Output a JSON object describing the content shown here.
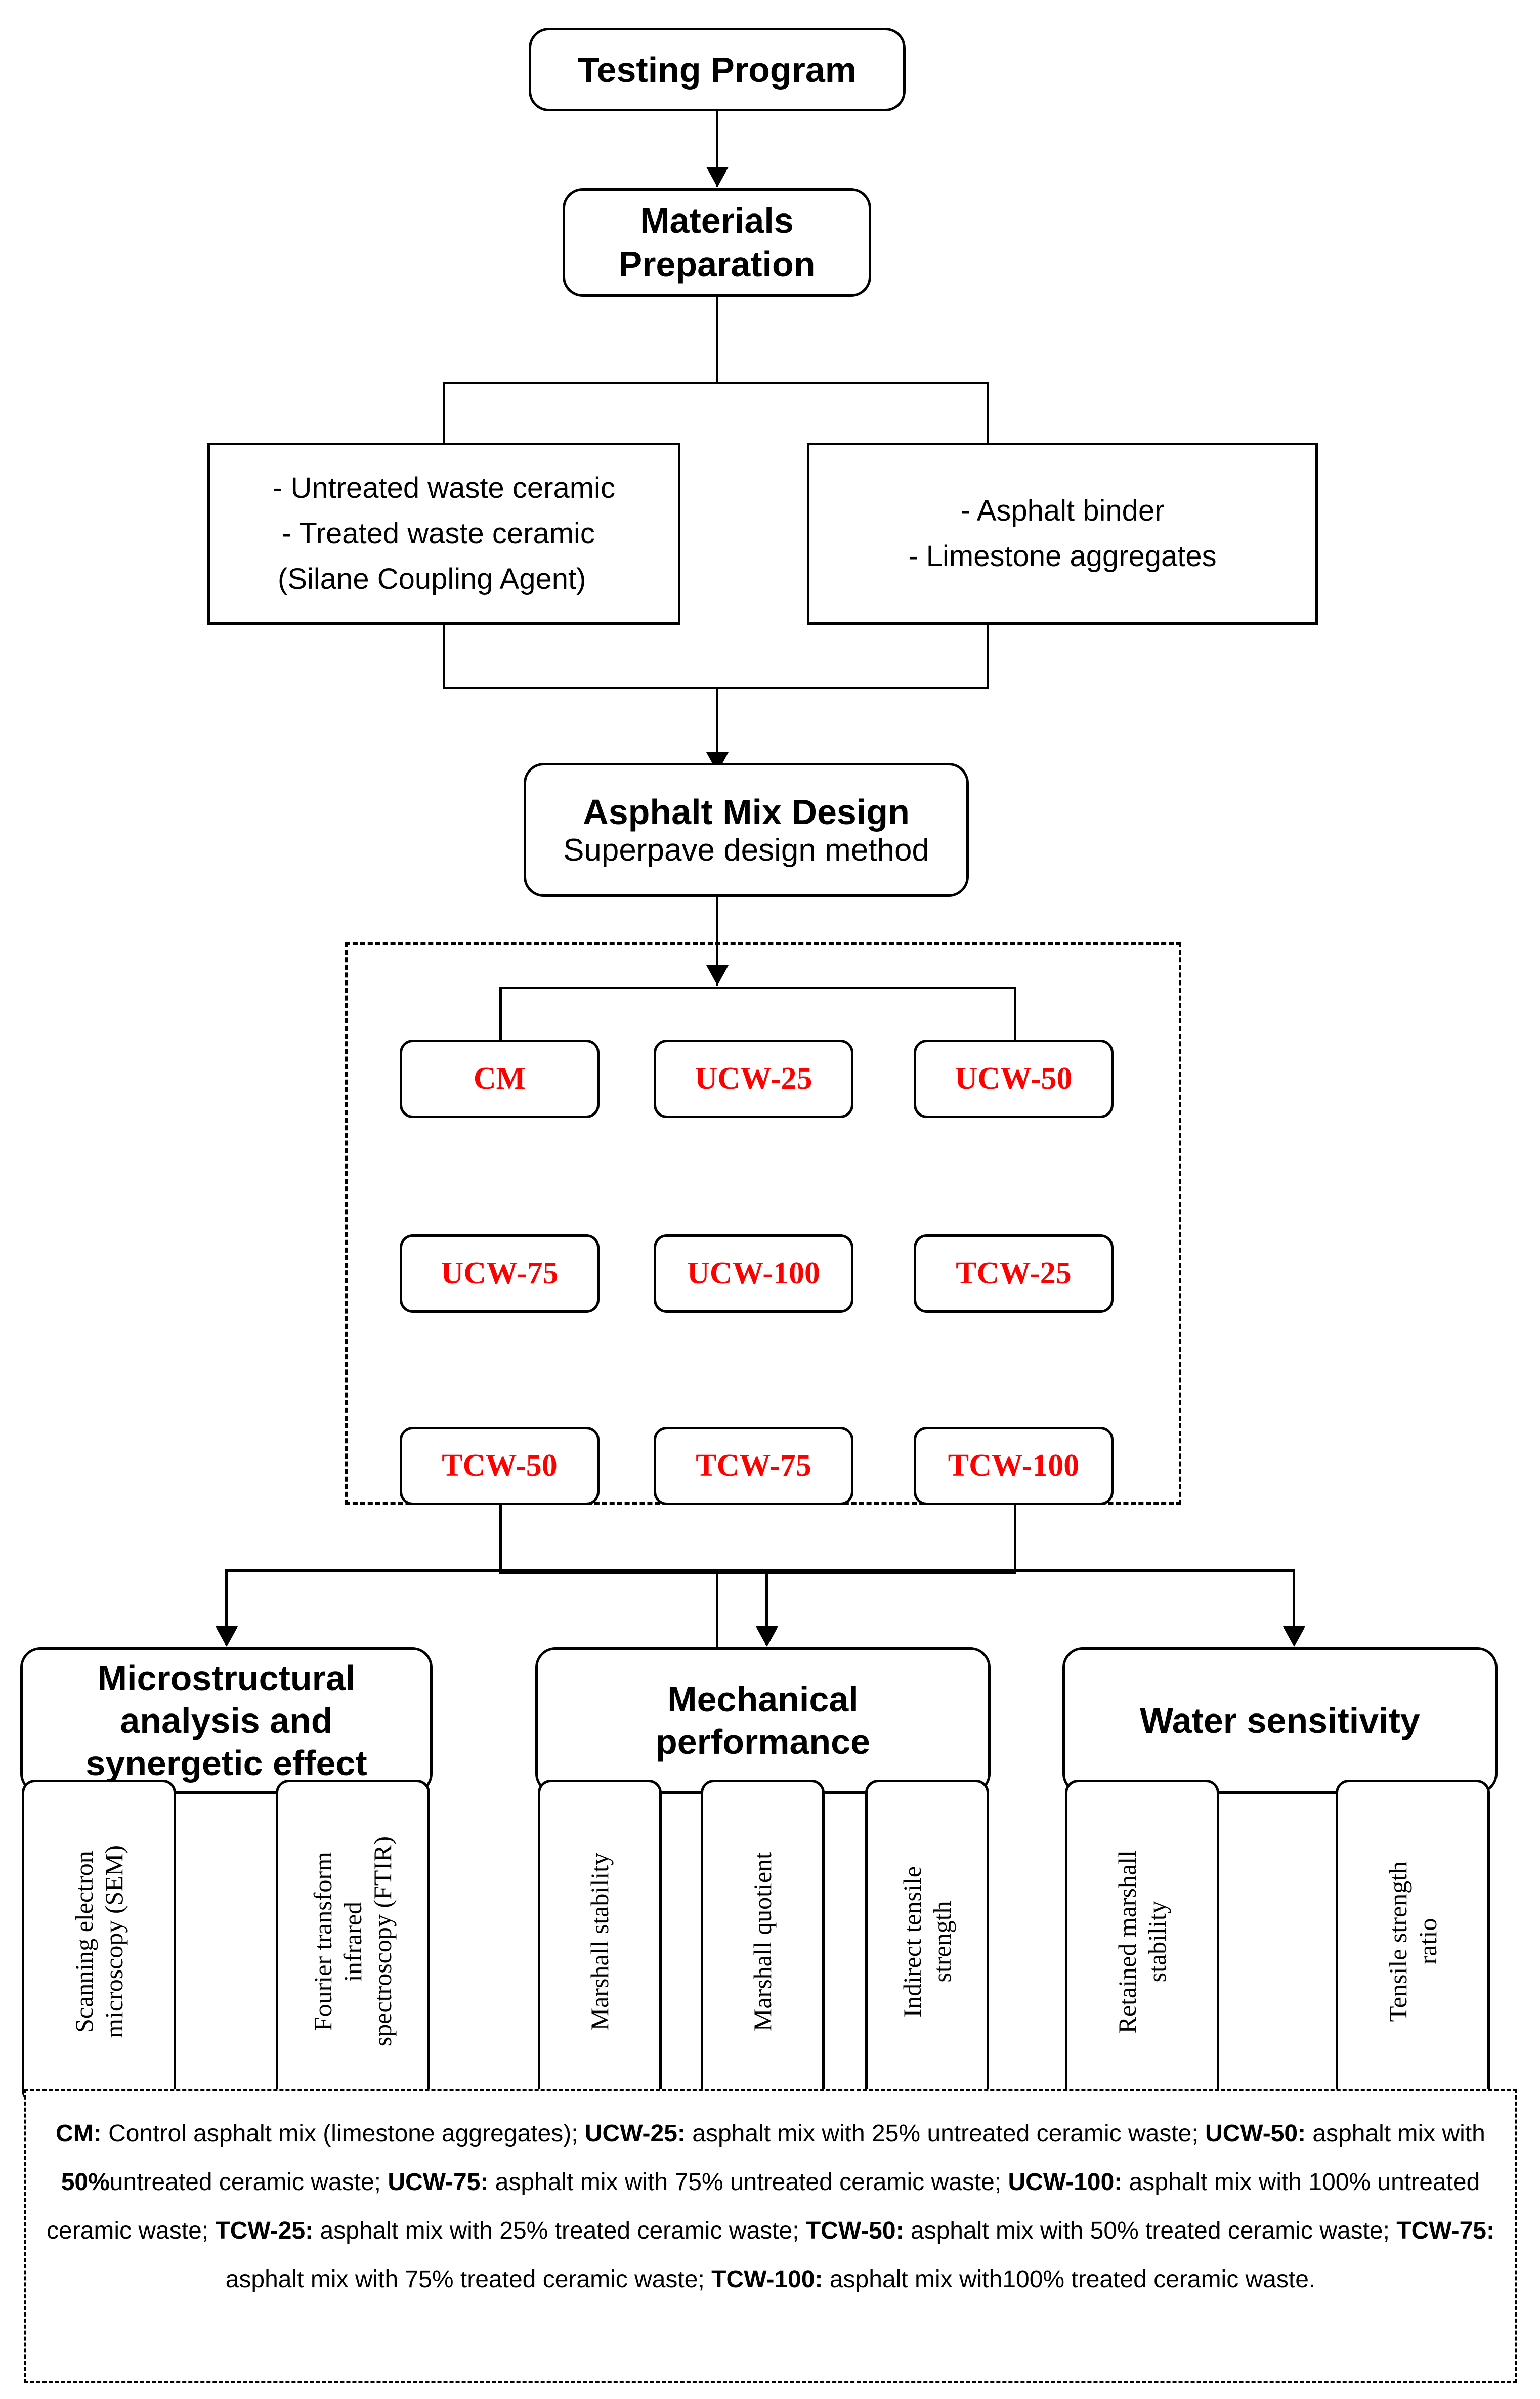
{
  "colors": {
    "accent_red": "#ff0000",
    "line": "#000000",
    "background": "#ffffff"
  },
  "flow": {
    "title_box": {
      "label": "Testing Program"
    },
    "materials_prep": {
      "label": "Materials\nPreparation"
    },
    "material_left": {
      "line1": "- Untreated waste ceramic",
      "line2": "- Treated waste ceramic",
      "line3": "(Silane Coupling Agent)"
    },
    "material_right": {
      "line1": "- Asphalt binder",
      "line2": "- Limestone aggregates"
    },
    "mix_design": {
      "title": "Asphalt Mix Design",
      "subtitle": "Superpave design method"
    }
  },
  "mixes": [
    {
      "id": "CM",
      "label": "CM"
    },
    {
      "id": "UCW-25",
      "label": "UCW-25"
    },
    {
      "id": "UCW-50",
      "label": "UCW-50"
    },
    {
      "id": "UCW-75",
      "label": "UCW-75"
    },
    {
      "id": "UCW-100",
      "label": "UCW-100"
    },
    {
      "id": "TCW-25",
      "label": "TCW-25"
    },
    {
      "id": "TCW-50",
      "label": "TCW-50"
    },
    {
      "id": "TCW-75",
      "label": "TCW-75"
    },
    {
      "id": "TCW-100",
      "label": "TCW-100"
    }
  ],
  "branches": [
    {
      "title": "Microstructural\nanalysis and\nsynergetic effect",
      "tests": [
        "Scanning electron\nmicroscopy (SEM)",
        "Fourier transform\ninfrared\nspectroscopy (FTIR)"
      ]
    },
    {
      "title": "Mechanical\nperformance",
      "tests": [
        "Marshall stability",
        "Marshall quotient",
        "Indirect tensile\nstrength"
      ]
    },
    {
      "title": "Water sensitivity",
      "tests": [
        "Retained marshall\nstability",
        "Tensile strength\nratio"
      ]
    }
  ],
  "legend": {
    "full_text": "CM: Control asphalt mix (limestone aggregates); UCW-25: asphalt mix with 25% untreated ceramic waste; UCW-50: asphalt mix with 50% untreated ceramic waste; UCW-75: asphalt mix with 75% untreated ceramic waste; UCW-100: asphalt mix with 100% untreated ceramic waste; TCW-25: asphalt mix with 25% treated ceramic waste; TCW-50: asphalt mix with 50% treated ceramic waste; TCW-75: asphalt mix with 75% treated ceramic waste; TCW-100: asphalt mix with100% treated ceramic waste.",
    "entries": [
      {
        "term": "CM:",
        "definition": " Control asphalt mix (limestone aggregates); "
      },
      {
        "term": "UCW-25:",
        "definition": " asphalt mix with 25% untreated ceramic waste; "
      },
      {
        "term": "UCW-50:",
        "definition": " asphalt mix with "
      },
      {
        "term": "50%",
        "definition": "untreated ceramic waste; "
      },
      {
        "term": "UCW-75:",
        "definition": " asphalt mix with 75% untreated ceramic waste; "
      },
      {
        "term": "UCW-100:",
        "definition": " asphalt mix with 100% untreated ceramic waste; "
      },
      {
        "term": "TCW-25:",
        "definition": " asphalt mix with 25% treated ceramic waste; "
      },
      {
        "term": "TCW-50:",
        "definition": " asphalt mix with 50% treated ceramic waste; "
      },
      {
        "term": "TCW-75:",
        "definition": " asphalt mix with 75% treated ceramic waste; "
      },
      {
        "term": "TCW-100:",
        "definition": " asphalt mix with100% treated ceramic waste."
      }
    ]
  }
}
